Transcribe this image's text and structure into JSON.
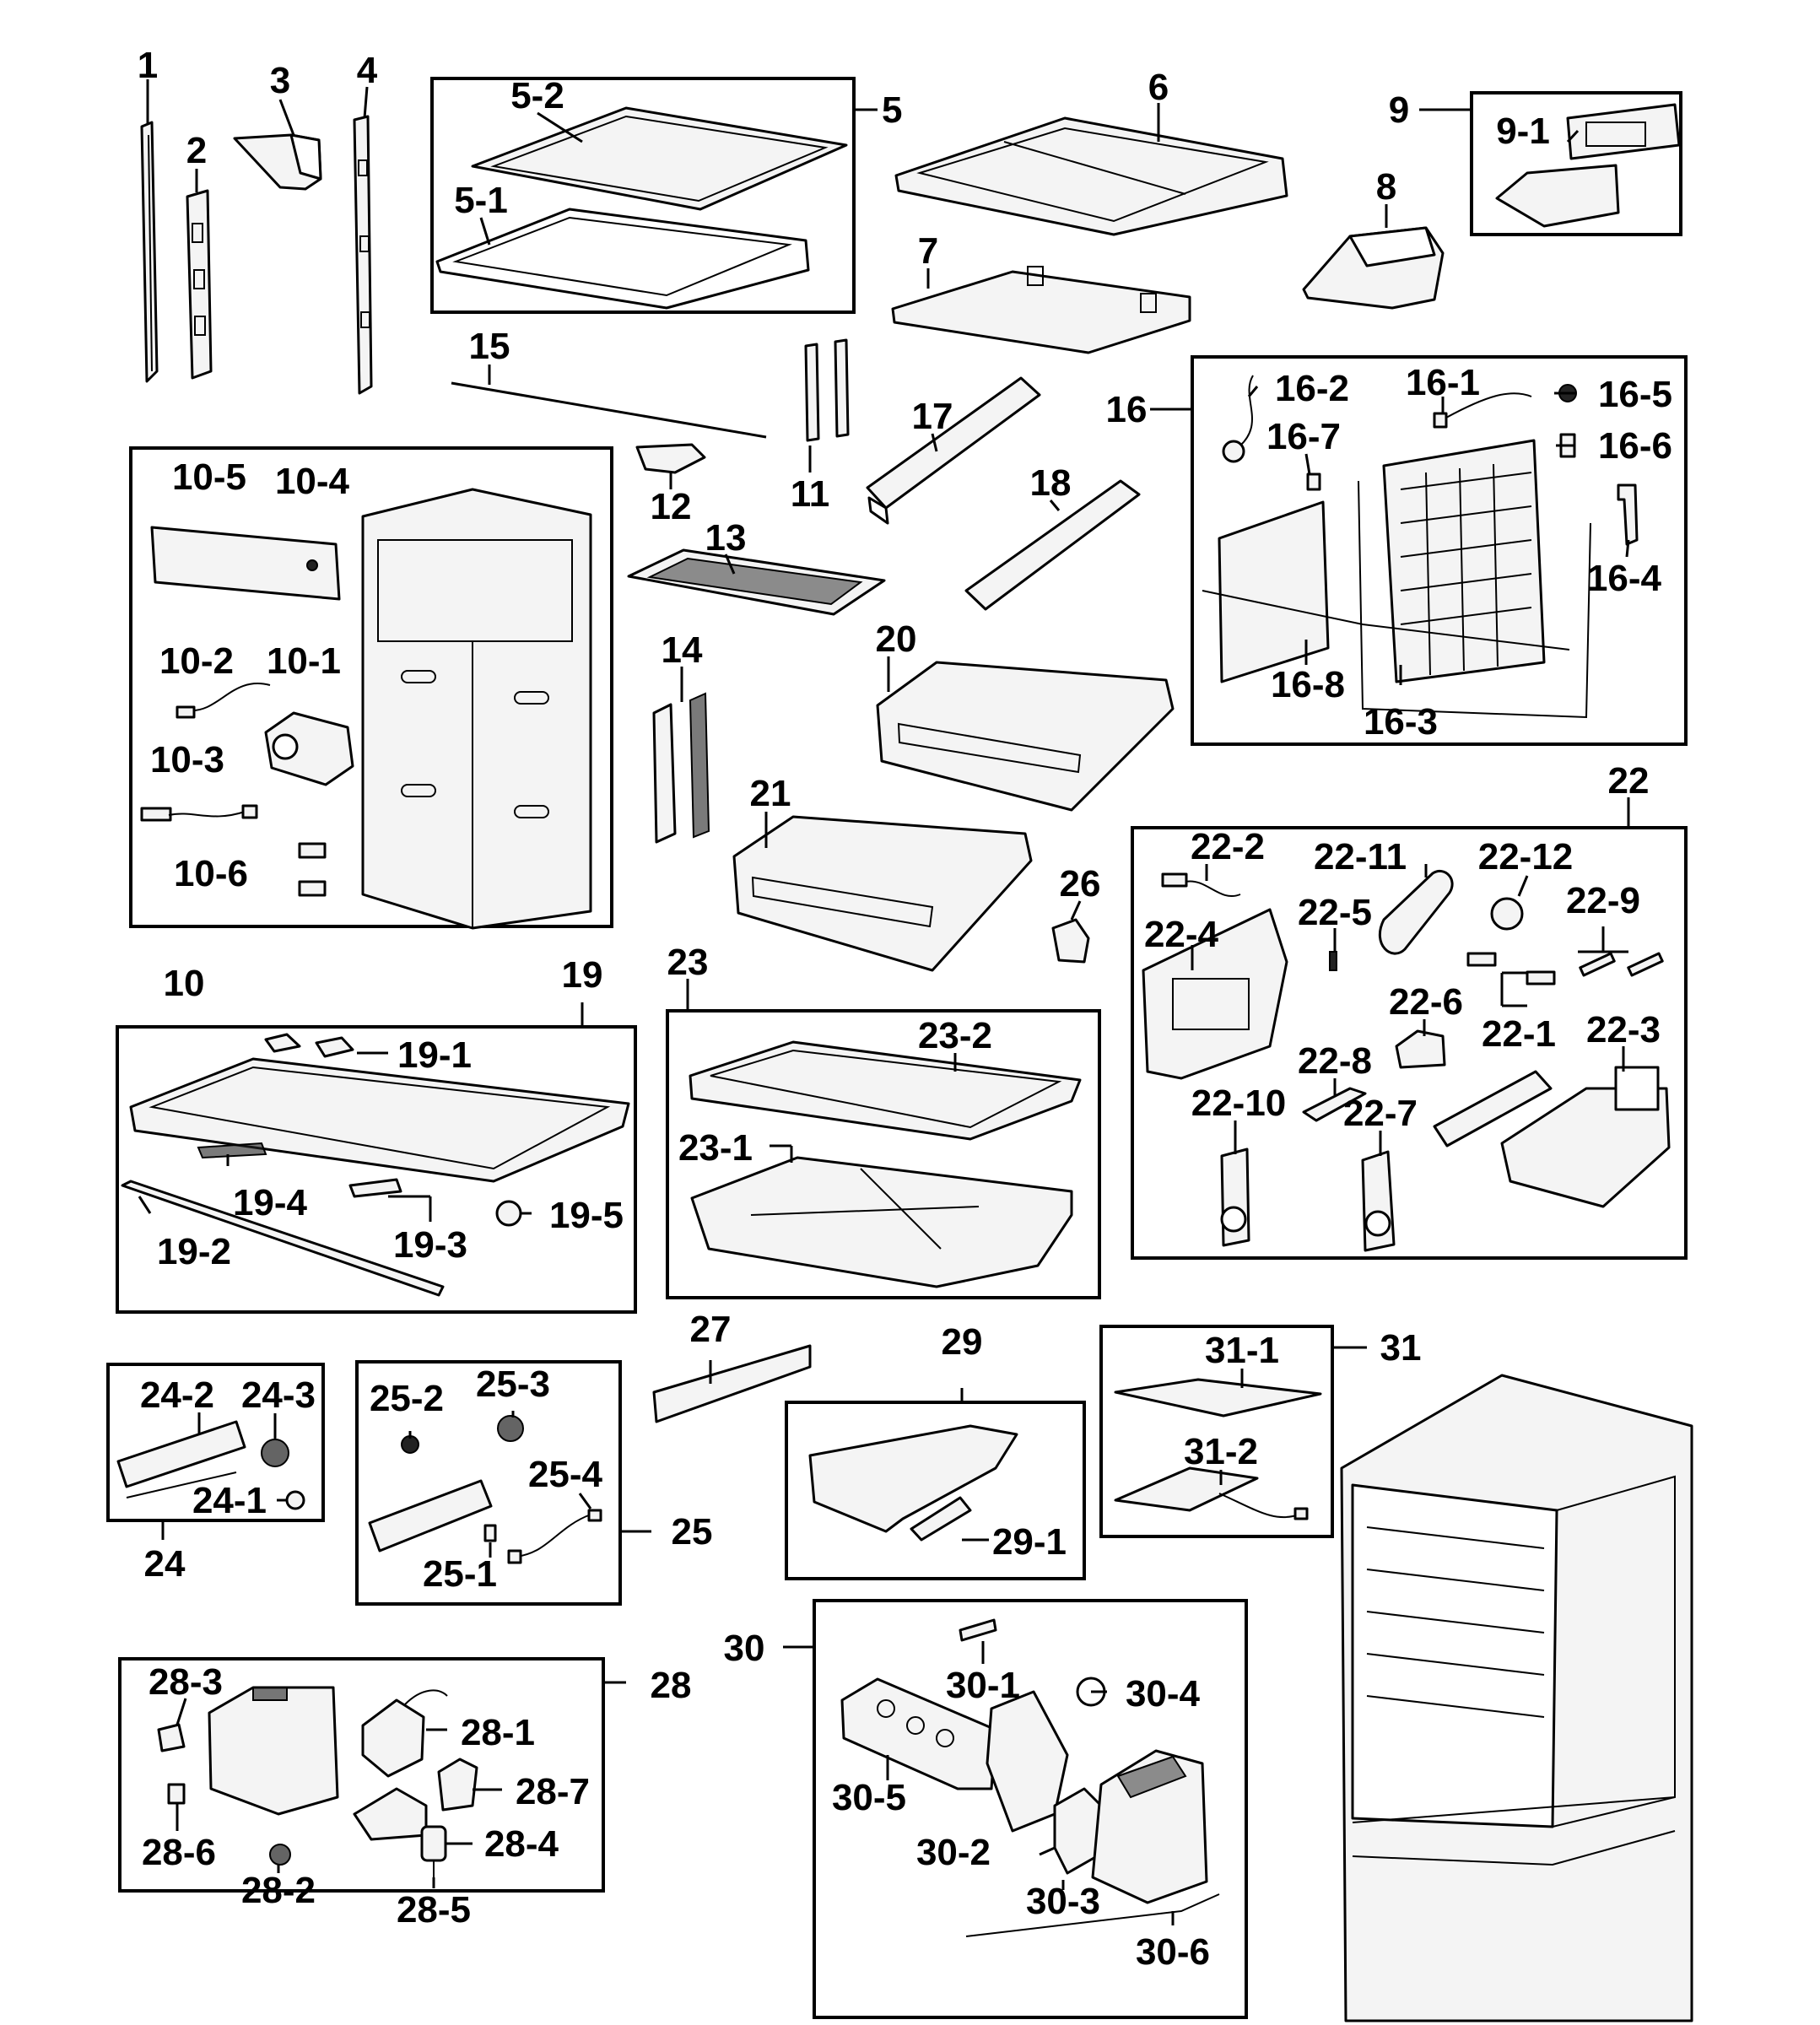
{
  "labels": {
    "l1": "1",
    "l2": "2",
    "l3": "3",
    "l4": "4",
    "l5": "5",
    "l5_1": "5-1",
    "l5_2": "5-2",
    "l6": "6",
    "l7": "7",
    "l8": "8",
    "l9": "9",
    "l9_1": "9-1",
    "l10": "10",
    "l10_1": "10-1",
    "l10_2": "10-2",
    "l10_3": "10-3",
    "l10_4": "10-4",
    "l10_5": "10-5",
    "l10_6": "10-6",
    "l11": "11",
    "l12": "12",
    "l13": "13",
    "l14": "14",
    "l15": "15",
    "l16": "16",
    "l16_1": "16-1",
    "l16_2": "16-2",
    "l16_3": "16-3",
    "l16_4": "16-4",
    "l16_5": "16-5",
    "l16_6": "16-6",
    "l16_7": "16-7",
    "l16_8": "16-8",
    "l17": "17",
    "l18": "18",
    "l19": "19",
    "l19_1": "19-1",
    "l19_2": "19-2",
    "l19_3": "19-3",
    "l19_4": "19-4",
    "l19_5": "19-5",
    "l20": "20",
    "l21": "21",
    "l22": "22",
    "l22_1": "22-1",
    "l22_2": "22-2",
    "l22_3": "22-3",
    "l22_4": "22-4",
    "l22_5": "22-5",
    "l22_6": "22-6",
    "l22_7": "22-7",
    "l22_8": "22-8",
    "l22_9": "22-9",
    "l22_10": "22-10",
    "l22_11": "22-11",
    "l22_12": "22-12",
    "l23": "23",
    "l23_1": "23-1",
    "l23_2": "23-2",
    "l24": "24",
    "l24_1": "24-1",
    "l24_2": "24-2",
    "l24_3": "24-3",
    "l25": "25",
    "l25_1": "25-1",
    "l25_2": "25-2",
    "l25_3": "25-3",
    "l25_4": "25-4",
    "l26": "26",
    "l27": "27",
    "l28": "28",
    "l28_1": "28-1",
    "l28_2": "28-2",
    "l28_3": "28-3",
    "l28_4": "28-4",
    "l28_5": "28-5",
    "l28_6": "28-6",
    "l28_7": "28-7",
    "l29": "29",
    "l29_1": "29-1",
    "l30": "30",
    "l30_1": "30-1",
    "l30_2": "30-2",
    "l30_3": "30-3",
    "l30_4": "30-4",
    "l30_5": "30-5",
    "l30_6": "30-6",
    "l31": "31",
    "l31_1": "31-1",
    "l31_2": "31-2"
  }
}
